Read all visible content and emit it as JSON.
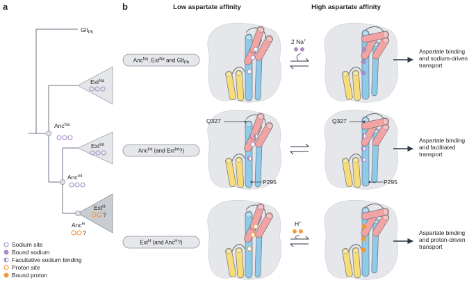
{
  "panels": {
    "a": "a",
    "b": "b"
  },
  "headers": {
    "low": "Low aspartate affinity",
    "high": "High aspartate affinity"
  },
  "tree": {
    "gltph": {
      "main": "Glt",
      "sub": "Ph"
    },
    "ext_na": {
      "main": "Ext",
      "sup": "Na"
    },
    "anc_na": {
      "main": "Anc",
      "sup": "Na"
    },
    "ext_int": {
      "main": "Ext",
      "sup": "Int"
    },
    "anc_int": {
      "main": "Anc",
      "sup": "Int"
    },
    "ext_h": {
      "main": "Ext",
      "sup": "H"
    },
    "anc_h": {
      "main": "Anc",
      "sup": "H"
    },
    "q_mark": "?"
  },
  "legend": [
    {
      "label": "Sodium site",
      "kind": "sodium-open"
    },
    {
      "label": "Bound sodium",
      "kind": "sodium-filled"
    },
    {
      "label": "Facultative sodium binding",
      "kind": "sodium-half"
    },
    {
      "label": "Proton site",
      "kind": "proton-open"
    },
    {
      "label": "Bound proton",
      "kind": "proton-filled"
    }
  ],
  "rows": [
    {
      "pill": {
        "p1": "Anc",
        "s1": "Na",
        "p2": ", Ext",
        "s2": "Na",
        "p3": " and Glt",
        "s3": "Ph",
        "p4": ""
      },
      "ion": {
        "text": "2 Na",
        "sup": "+"
      },
      "outcome": [
        "Aspartate binding",
        "and sodium-driven",
        "transport"
      ]
    },
    {
      "pill": {
        "p1": "Anc",
        "s1": "Int",
        "p2": " (and Ext",
        "s2": "Int",
        "p3": "?)",
        "s3": "",
        "p4": ""
      },
      "outcome": [
        "Aspartate binding",
        "and facilitated",
        "transport"
      ]
    },
    {
      "pill": {
        "p1": "Ext",
        "s1": "H",
        "p2": " (and Anc",
        "s2": "H",
        "p3": "?)",
        "s3": "",
        "p4": ""
      },
      "ion": {
        "text": "H",
        "sup": "+"
      },
      "outcome": [
        "Aspartate binding",
        "and proton-driven",
        "transport"
      ]
    }
  ],
  "residues": {
    "q327": "Q327",
    "p295": "P295"
  },
  "colors": {
    "sodium": "#a78cc6",
    "proton": "#f39a3c",
    "helix_red": "#f2a4a4",
    "helix_blue": "#8fcbe8",
    "helix_yellow": "#f7dc7a",
    "blob": "#e6e7ea",
    "triangle": "#e4e6e9",
    "triangle_dark": "#c9ccd1",
    "pill": "#e6e7ea",
    "arrow": "#2e3545"
  }
}
